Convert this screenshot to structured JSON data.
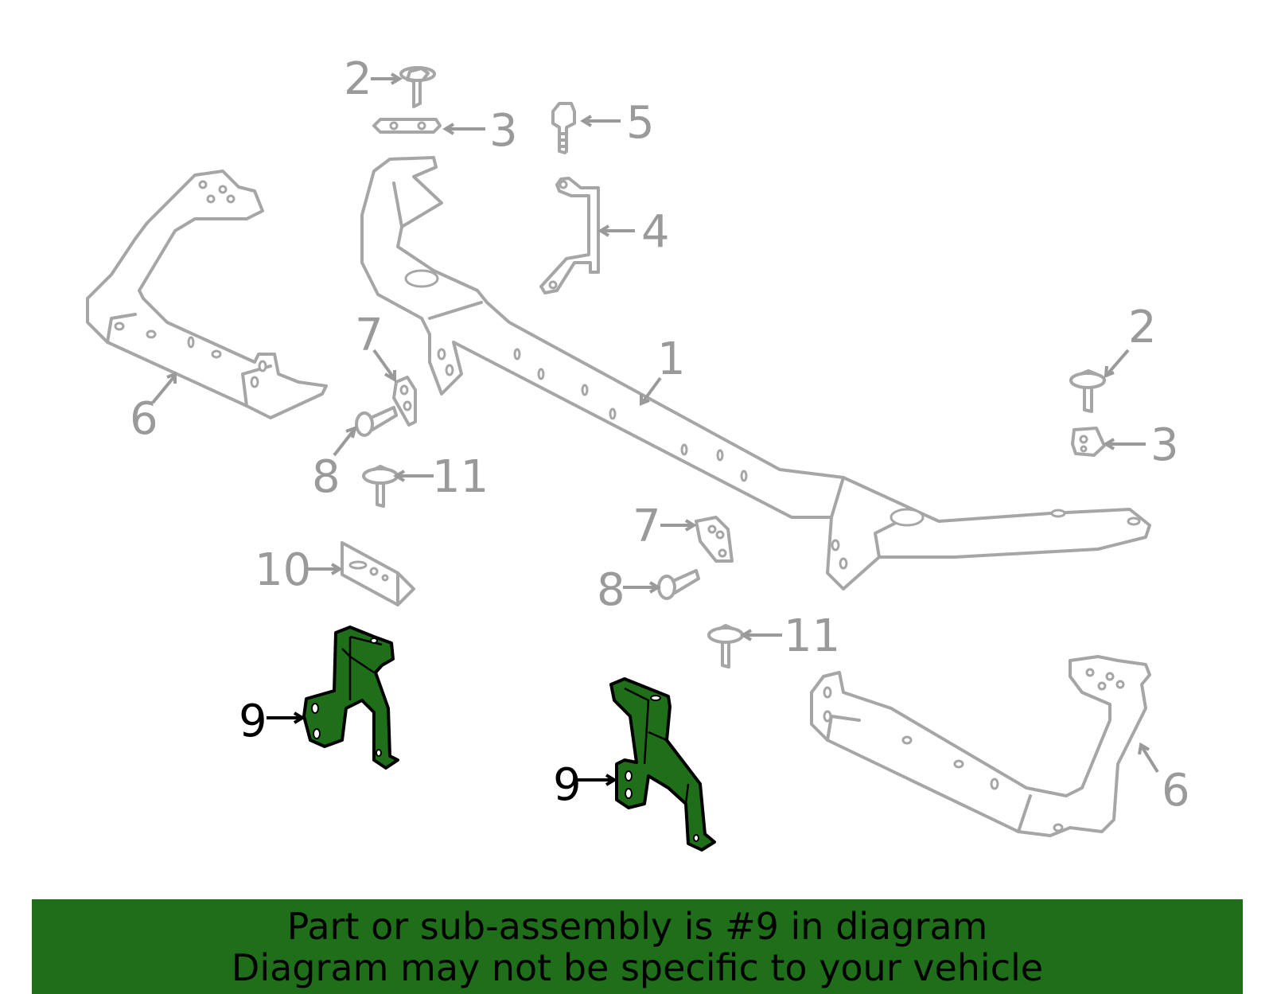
{
  "colors": {
    "highlight": "#1f6f1a",
    "outline": "#a6a6a6",
    "callout": "#9a9a9a",
    "highlight_text": "#000000"
  },
  "callouts": [
    {
      "id": "c2a",
      "label": "2"
    },
    {
      "id": "c3a",
      "label": "3"
    },
    {
      "id": "c5",
      "label": "5"
    },
    {
      "id": "c4",
      "label": "4"
    },
    {
      "id": "c1",
      "label": "1"
    },
    {
      "id": "c2b",
      "label": "2"
    },
    {
      "id": "c3b",
      "label": "3"
    },
    {
      "id": "c6a",
      "label": "6"
    },
    {
      "id": "c7a",
      "label": "7"
    },
    {
      "id": "c8a",
      "label": "8"
    },
    {
      "id": "c11a",
      "label": "11"
    },
    {
      "id": "c10",
      "label": "10"
    },
    {
      "id": "c7b",
      "label": "7"
    },
    {
      "id": "c8b",
      "label": "8"
    },
    {
      "id": "c11b",
      "label": "11"
    },
    {
      "id": "c9a",
      "label": "9"
    },
    {
      "id": "c9b",
      "label": "9"
    },
    {
      "id": "c6b",
      "label": "6"
    }
  ],
  "highlighted_part": "9",
  "banner": {
    "line1": "Part or sub-assembly is #9 in diagram",
    "line2": "Diagram may not be specific to your vehicle"
  }
}
